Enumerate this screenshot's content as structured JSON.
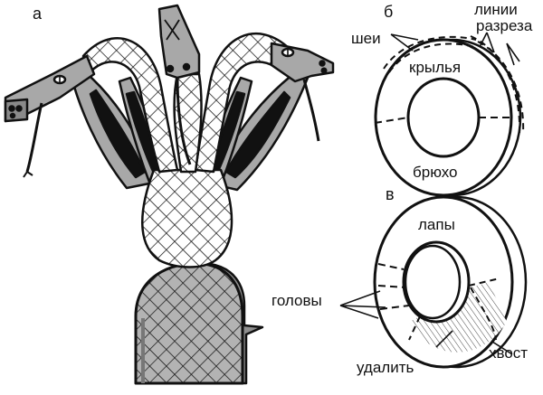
{
  "panels": {
    "a": {
      "letter": "а"
    },
    "b": {
      "letter": "б",
      "labels": {
        "necks": "шеи",
        "cut_lines_1": "линии",
        "cut_lines_2": "разреза",
        "wings": "крылья",
        "belly": "брюхо"
      }
    },
    "v": {
      "letter": "в",
      "labels": {
        "paws": "лапы",
        "heads": "головы",
        "tail": "хвост",
        "remove": "удалить"
      }
    }
  },
  "colors": {
    "stroke": "#111111",
    "gray": "#a8a8a8",
    "dark_gray": "#6e6e6e",
    "light_gray": "#d4d4d4",
    "white": "#ffffff"
  }
}
